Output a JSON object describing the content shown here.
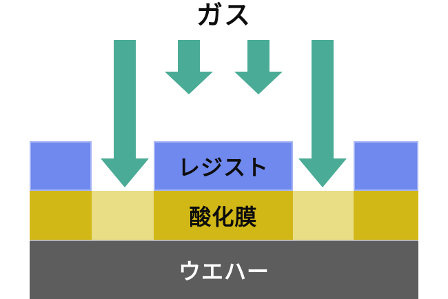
{
  "title": "ガス",
  "layers": {
    "resist": {
      "label": "レジスト"
    },
    "oxide": {
      "label": "酸化膜"
    },
    "wafer": {
      "label": "ウエハー"
    }
  },
  "arrows": {
    "description": "gas flow downward arrows",
    "count": 4,
    "types": [
      "long-left",
      "short-left",
      "short-right",
      "long-right"
    ]
  },
  "colors": {
    "arrow": "#4aab96",
    "resist": "#7089ee",
    "resist_border": "#a6b4f3",
    "oxide": "#d2b817",
    "oxide_etched": "#e9dd86",
    "wafer": "#5d5d5e",
    "wafer_border": "#b5b5b2",
    "text_dark": "#0d0d0d",
    "text_light": "#ffffff",
    "background": "#ffffff"
  }
}
